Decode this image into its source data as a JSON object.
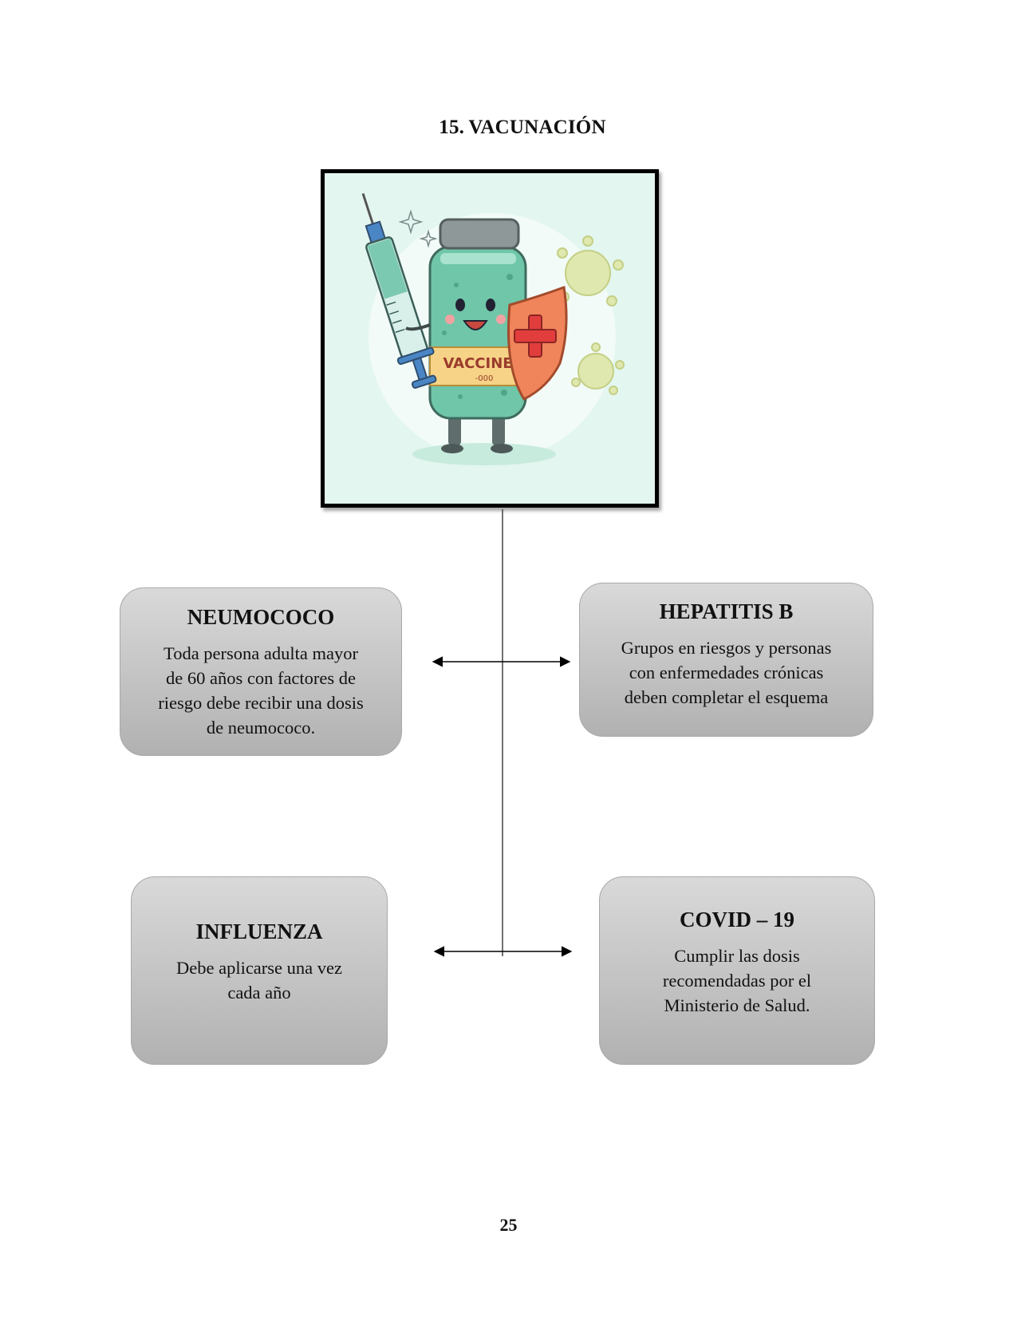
{
  "heading": "15. VACUNACIÓN",
  "illustration": {
    "label_text": "VACCINE",
    "label_subtext": "-000",
    "icons": [
      "vaccine-bottle-character",
      "syringe-icon",
      "shield-cross-icon",
      "virus-icon"
    ],
    "colors": {
      "background": "#e3f6ef",
      "bottle": "#6fc6a8",
      "shield": "#f0845a",
      "virus": "#d9e3a8"
    }
  },
  "cards": {
    "neumococo": {
      "title": "NEUMOCOCO",
      "lines": [
        "Toda persona adulta mayor",
        "de 60 años con factores de",
        "riesgo debe recibir una dosis",
        "de neumococo."
      ]
    },
    "hepatitis": {
      "title": "HEPATITIS B",
      "lines": [
        "Grupos en riesgos y personas",
        "con enfermedades crónicas",
        "deben completar el esquema"
      ]
    },
    "influenza": {
      "title": "INFLUENZA",
      "lines": [
        "Debe aplicarse una vez",
        "cada año"
      ]
    },
    "covid": {
      "title": "COVID – 19",
      "lines": [
        "Cumplir las dosis",
        "recomendadas por el",
        "Ministerio de Salud."
      ]
    }
  },
  "page_number": "25"
}
